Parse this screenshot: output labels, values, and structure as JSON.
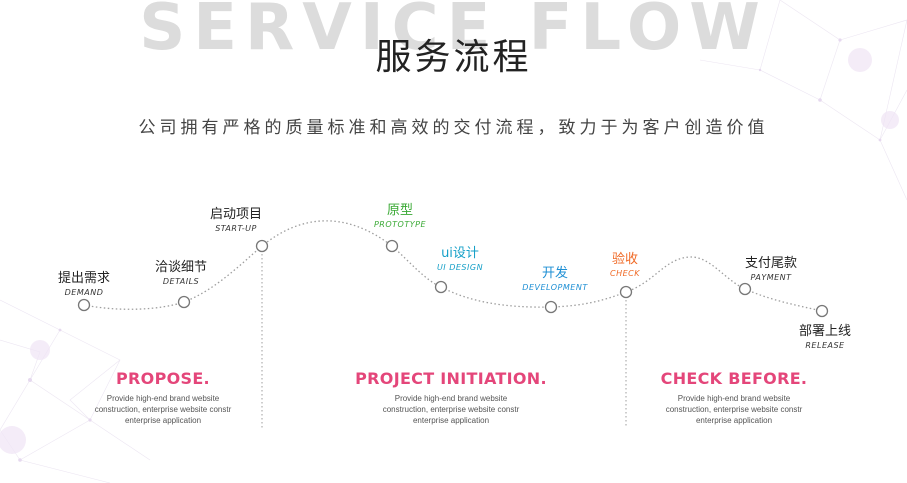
{
  "watermark": "SERVICE FLOW",
  "title": "服务流程",
  "subtitle": "公司拥有严格的质量标准和高效的交付流程，致力于为客户创造价值",
  "colors": {
    "default_label": "#222222",
    "prototype": "#3aa935",
    "ui_design": "#16a0c8",
    "development": "#1e8fd4",
    "check": "#f06a26",
    "phase": "#e4467a"
  },
  "steps": [
    {
      "cn": "提出需求",
      "en": "DEMAND",
      "color": "default_label"
    },
    {
      "cn": "洽谈细节",
      "en": "DETAILS",
      "color": "default_label"
    },
    {
      "cn": "启动项目",
      "en": "START-UP",
      "color": "default_label"
    },
    {
      "cn": "原型",
      "en": "PROTOTYPE",
      "color": "prototype"
    },
    {
      "cn": "ui设计",
      "en": "UI DESIGN",
      "color": "ui_design"
    },
    {
      "cn": "开发",
      "en": "DEVELOPMENT",
      "color": "development"
    },
    {
      "cn": "验收",
      "en": "CHECK",
      "color": "check"
    },
    {
      "cn": "支付尾款",
      "en": "PAYMENT",
      "color": "default_label"
    },
    {
      "cn": "部署上线",
      "en": "RELEASE",
      "color": "default_label"
    }
  ],
  "phases": [
    {
      "title": "PROPOSE.",
      "desc": "Provide high-end brand website\nconstruction, enterprise website constr\nenterprise application"
    },
    {
      "title": "PROJECT INITIATION.",
      "desc": "Provide high-end brand website\nconstruction, enterprise website constr\nenterprise application"
    },
    {
      "title": "CHECK BEFORE.",
      "desc": "Provide high-end brand website\nconstruction, enterprise website constr\nenterprise application"
    }
  ]
}
